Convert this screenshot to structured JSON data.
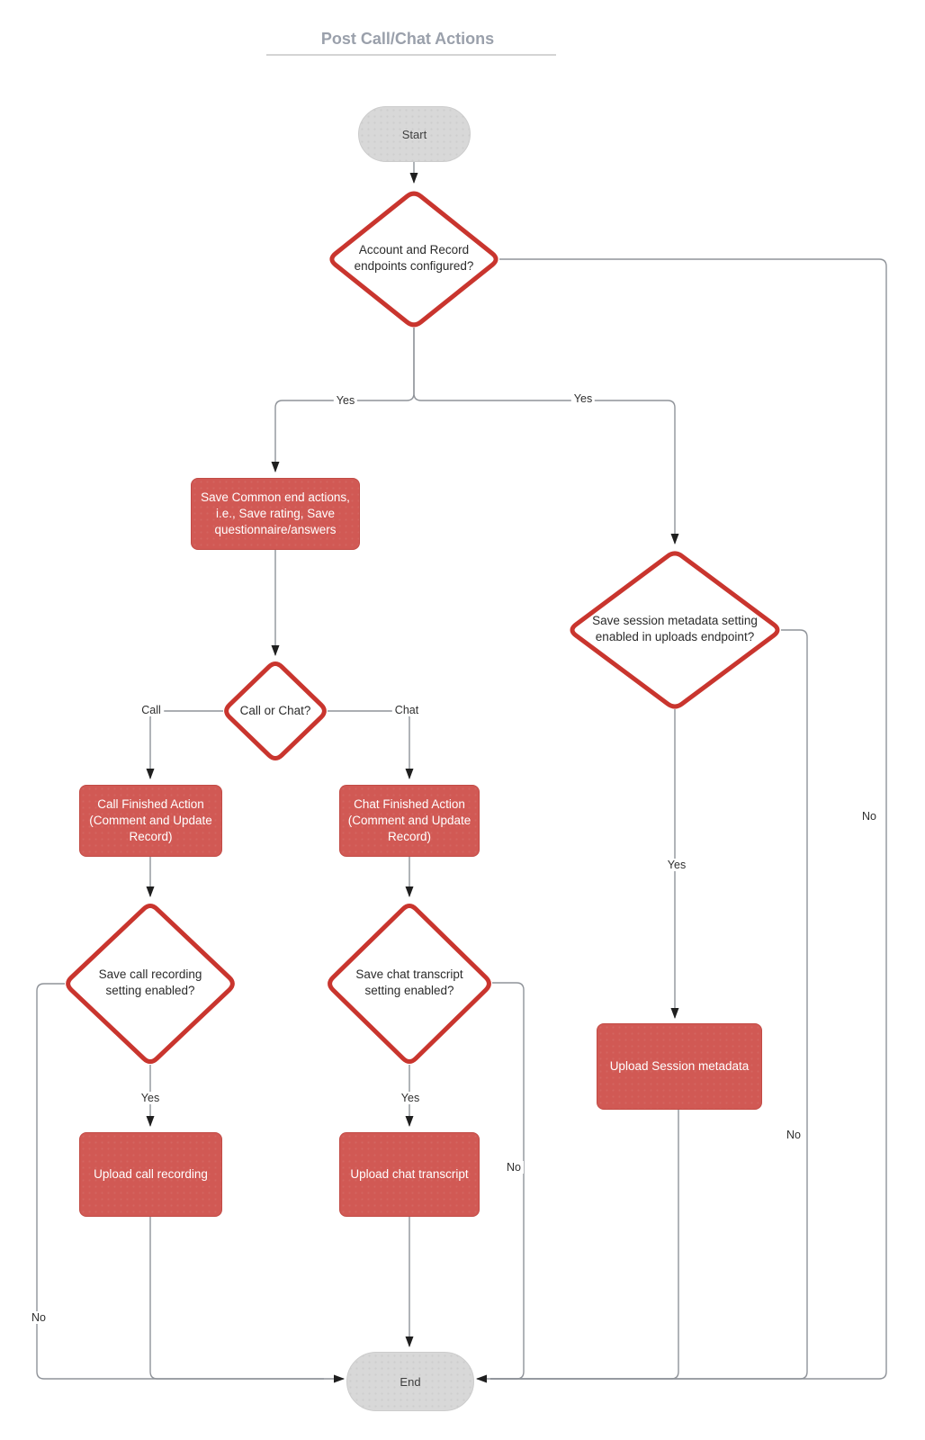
{
  "title": "Post Call/Chat Actions",
  "colors": {
    "decision_border": "#c9352e",
    "process_fill": "#d15954",
    "process_border": "#c24b45",
    "terminator_fill": "#d8d8d8",
    "connector_line": "#8f9399",
    "arrowhead": "#1f1f1f",
    "title_text": "#9aa0ab",
    "node_text": "#2b2b2b",
    "process_text": "#ffffff"
  },
  "nodes": {
    "start": {
      "label": "Start"
    },
    "decision_endpoints": {
      "lines": [
        "Account and Record",
        "endpoints configured?"
      ]
    },
    "save_common": {
      "lines": [
        "Save Common end actions,",
        "i.e., Save rating, Save",
        "questionnaire/answers"
      ]
    },
    "decision_call_or_chat": {
      "label": "Call or Chat?"
    },
    "call_finished": {
      "lines": [
        "Call Finished Action",
        "(Comment and Update",
        "Record)"
      ]
    },
    "chat_finished": {
      "lines": [
        "Chat Finished Action",
        "(Comment and Update",
        "Record)"
      ]
    },
    "decision_call_recording": {
      "lines": [
        "Save call recording",
        "setting enabled?"
      ]
    },
    "decision_chat_transcript": {
      "lines": [
        "Save chat transcript",
        "setting enabled?"
      ]
    },
    "decision_session_metadata": {
      "lines": [
        "Save session metadata setting",
        "enabled in uploads endpoint?"
      ]
    },
    "upload_call_recording": {
      "label": "Upload call recording"
    },
    "upload_chat_transcript": {
      "label": "Upload chat transcript"
    },
    "upload_session_metadata": {
      "label": "Upload Session metadata"
    },
    "end": {
      "label": "End"
    }
  },
  "edge_labels": {
    "endpoints_yes_left": "Yes",
    "endpoints_yes_right": "Yes",
    "endpoints_no": "No",
    "branch_call": "Call",
    "branch_chat": "Chat",
    "call_recording_yes": "Yes",
    "call_recording_no": "No",
    "chat_transcript_yes": "Yes",
    "chat_transcript_no": "No",
    "session_metadata_yes": "Yes",
    "session_metadata_no": "No"
  }
}
